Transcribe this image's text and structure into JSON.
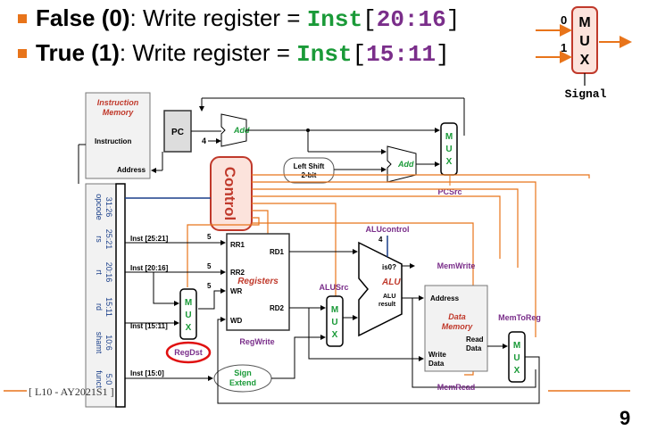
{
  "bullets": [
    {
      "label_bold": "False (0)",
      "label_rest": ": Write register = ",
      "inst": "Inst",
      "open": "[",
      "range": "20:16",
      "close": "]"
    },
    {
      "label_bold": "True  (1)",
      "label_rest": ":  Write register = ",
      "inst": "Inst",
      "open": "[",
      "range": "15:11",
      "close": "]"
    }
  ],
  "mux_legend": {
    "in0": "0",
    "in1": "1",
    "letters": [
      "M",
      "U",
      "X"
    ],
    "signal": "Signal"
  },
  "diagram": {
    "instruction_memory": "Instruction Memory",
    "instruction": "Instruction",
    "address": "Address",
    "pc": "PC",
    "four": "4",
    "add": "Add",
    "left_shift": "Left Shift 2-bit",
    "control": "Control",
    "pcsrc": "PCSrc",
    "alucontrol": "ALUcontrol",
    "alucontrol_width": "4",
    "fields": [
      "opcode 31:26",
      "rs 25:21",
      "rt 20:16",
      "rd 15:11",
      "shamt 10:6",
      "funct 5:0"
    ],
    "inst_25_21": "Inst [25:21]",
    "inst_20_16": "Inst [20:16]",
    "inst_15_11": "Inst [15:11]",
    "inst_15_0": "Inst [15:0]",
    "five": "5",
    "rr1": "RR1",
    "rr2": "RR2",
    "wr": "WR",
    "wd": "WD",
    "rd1": "RD1",
    "rd2": "RD2",
    "registers": "Registers",
    "regwrite": "RegWrite",
    "regdst": "RegDst",
    "alusrc": "ALUSrc",
    "alu": "ALU",
    "is0": "is0?",
    "alu_result": "ALU result",
    "memwrite": "MemWrite",
    "memtoreg": "MemToReg",
    "mem_address": "Address",
    "data_memory": "Data Memory",
    "read_data": "Read Data",
    "write_data": "Write Data",
    "memread": "MemRead",
    "sign_extend": "Sign Extend"
  },
  "footer": "[ L10 - AY2021S1 ]",
  "page_number": "9"
}
